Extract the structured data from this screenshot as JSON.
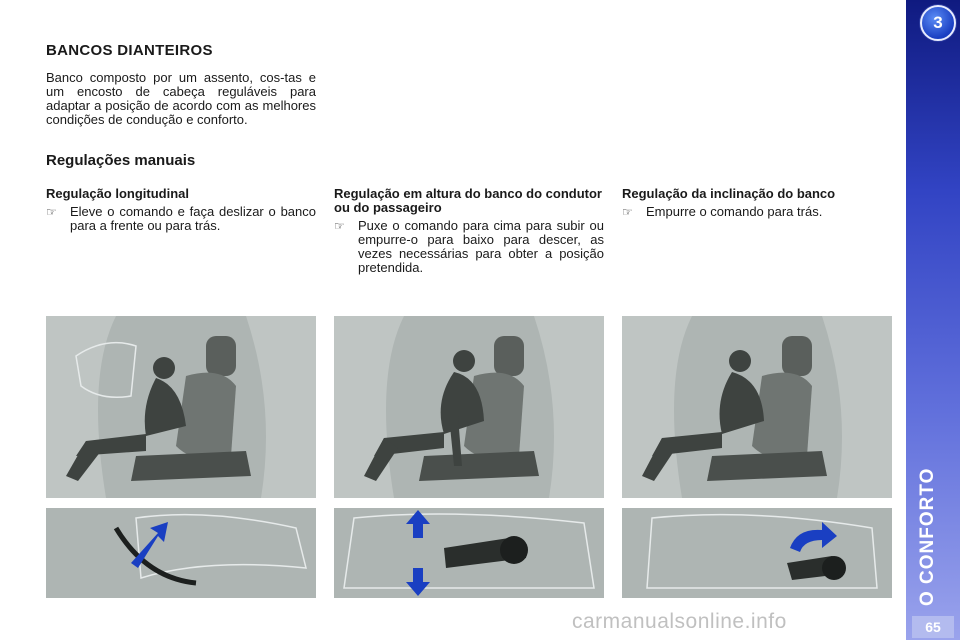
{
  "sidebar": {
    "chapter_number": "3",
    "chapter_title": "O CONFORTO",
    "page_number": "65",
    "colors": {
      "top": "#0f1a80",
      "bottom": "#9aa3ec"
    }
  },
  "section": {
    "title": "BANCOS DIANTEIROS",
    "intro": "Banco composto por um assento, cos-tas e um encosto de cabeça reguláveis para adaptar a posição de acordo com as melhores condições de condução e conforto."
  },
  "subtitle": "Regulações manuais",
  "columns": [
    {
      "heading": "Regulação longitudinal",
      "bullet_icon": "pointing-hand-icon",
      "bullet": "Eleve o comando e faça deslizar o banco para a frente ou para trás."
    },
    {
      "heading": "Regulação em altura do banco do condutor ou do passageiro",
      "bullet_icon": "pointing-hand-icon",
      "bullet": "Puxe o comando para cima para subir ou empurre-o para baixo para descer, as vezes necessárias para obter a posição pretendida."
    },
    {
      "heading": "Regulação da inclinação do banco",
      "bullet_icon": "pointing-hand-icon",
      "bullet": "Empurre o comando para trás."
    }
  ],
  "bullet_glyph": "☞",
  "accent_arrow_color": "#1a3fc2",
  "watermark": "carmanualsonline.info"
}
